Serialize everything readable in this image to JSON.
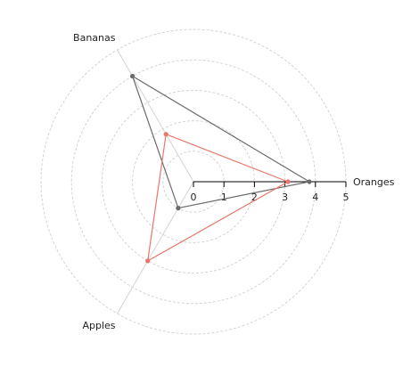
{
  "chart_data": {
    "type": "radar",
    "categories": [
      "Oranges",
      "Bananas",
      "Apples"
    ],
    "r_ticks": [
      "0",
      "1",
      "2",
      "3",
      "4",
      "5"
    ],
    "r_range": [
      0,
      5
    ],
    "grid": true,
    "series": [
      {
        "values": [
          3.8,
          4.0,
          1.0
        ],
        "color": "#6b6b6b"
      },
      {
        "values": [
          3.1,
          1.8,
          3.0
        ],
        "color": "#e8766b"
      }
    ]
  }
}
